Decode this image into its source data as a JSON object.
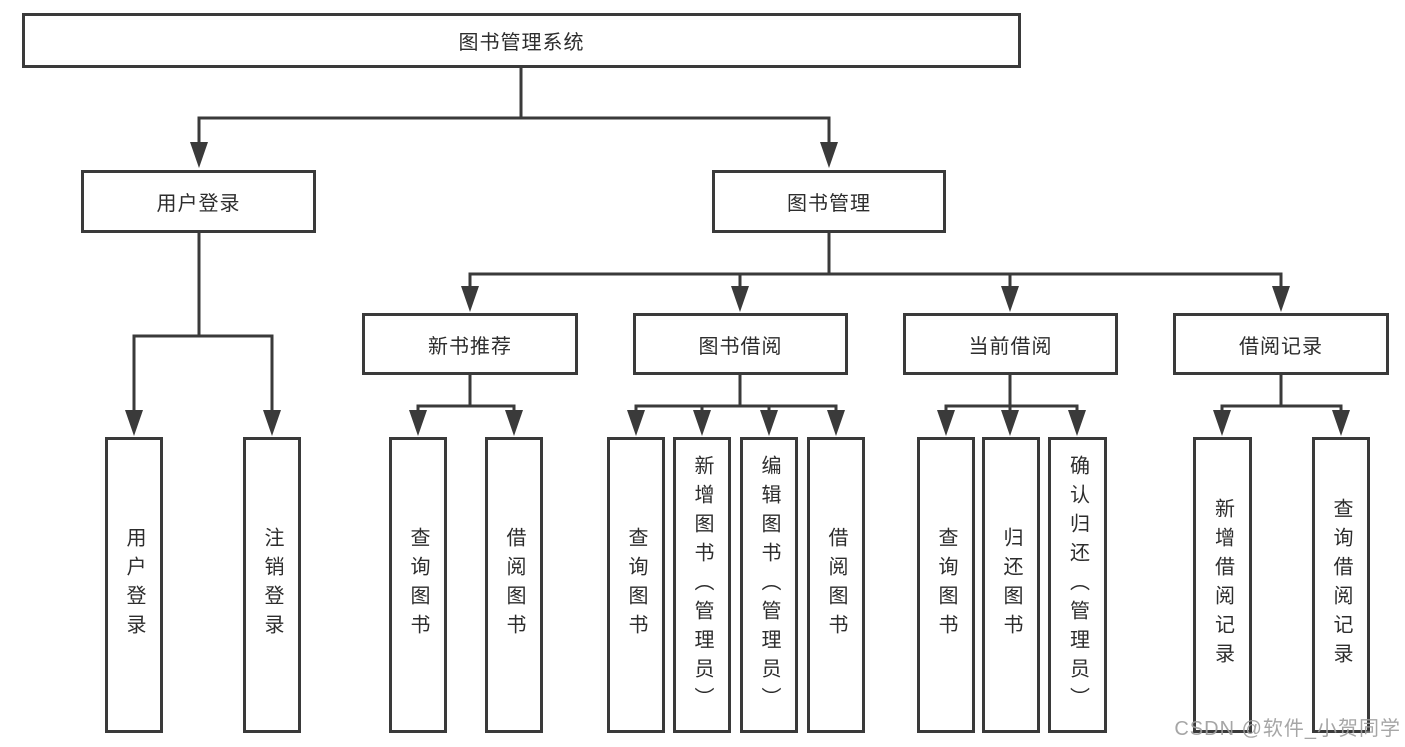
{
  "tree": {
    "root": "图书管理系统",
    "branches": [
      {
        "label": "用户登录",
        "children": [
          "用户登录",
          "注销登录"
        ]
      },
      {
        "label": "图书管理",
        "groups": [
          {
            "label": "新书推荐",
            "children": [
              "查询图书",
              "借阅图书"
            ]
          },
          {
            "label": "图书借阅",
            "children": [
              "查询图书",
              "新增图书（管理员）",
              "编辑图书（管理员）",
              "借阅图书"
            ]
          },
          {
            "label": "当前借阅",
            "children": [
              "查询图书",
              "归还图书",
              "确认归还（管理员）"
            ]
          },
          {
            "label": "借阅记录",
            "children": [
              "新增借阅记录",
              "查询借阅记录"
            ]
          }
        ]
      }
    ]
  },
  "watermark": "CSDN @软件_小贺同学",
  "colors": {
    "line": "#3a3a3a",
    "box_border": "#3a3a3a",
    "text": "#2d2d2d",
    "background": "#ffffff",
    "watermark": "#9e9e9e"
  }
}
